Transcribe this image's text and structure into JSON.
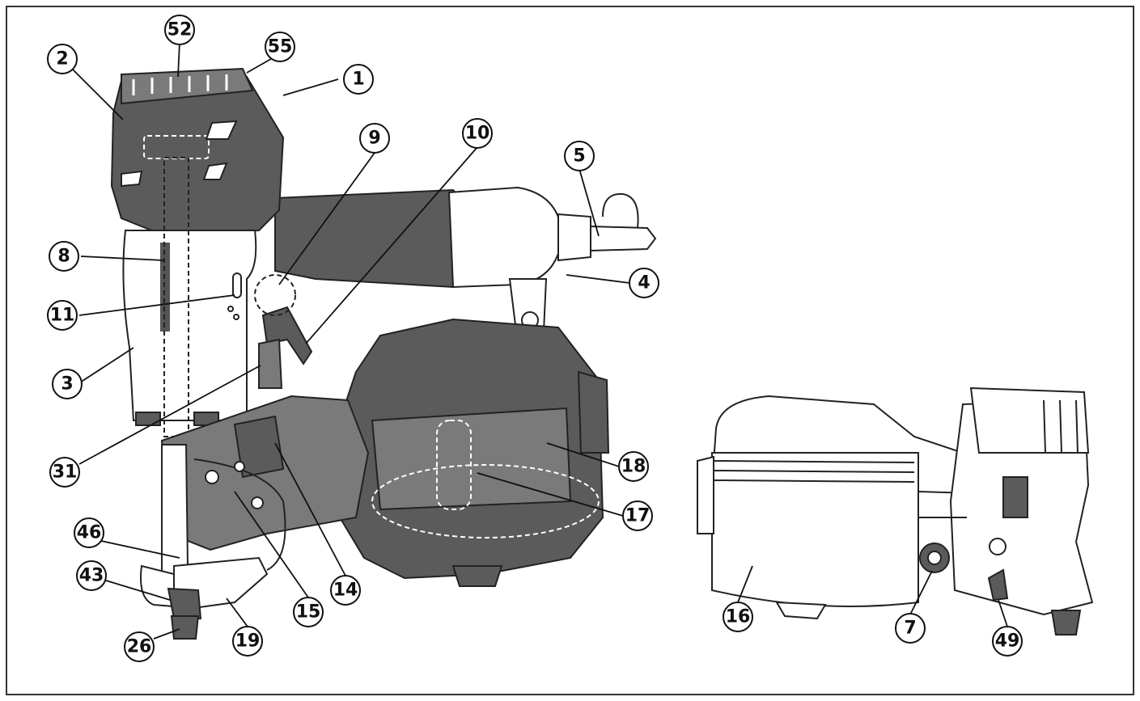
{
  "callouts": [
    {
      "id": "c1",
      "label": "1"
    },
    {
      "id": "c2",
      "label": "2"
    },
    {
      "id": "c3",
      "label": "3"
    },
    {
      "id": "c4",
      "label": "4"
    },
    {
      "id": "c5",
      "label": "5"
    },
    {
      "id": "c7",
      "label": "7"
    },
    {
      "id": "c8",
      "label": "8"
    },
    {
      "id": "c9",
      "label": "9"
    },
    {
      "id": "c10",
      "label": "10"
    },
    {
      "id": "c11",
      "label": "11"
    },
    {
      "id": "c14",
      "label": "14"
    },
    {
      "id": "c15",
      "label": "15"
    },
    {
      "id": "c16",
      "label": "16"
    },
    {
      "id": "c17",
      "label": "17"
    },
    {
      "id": "c18",
      "label": "18"
    },
    {
      "id": "c19",
      "label": "19"
    },
    {
      "id": "c26",
      "label": "26"
    },
    {
      "id": "c31",
      "label": "31"
    },
    {
      "id": "c43",
      "label": "43"
    },
    {
      "id": "c46",
      "label": "46"
    },
    {
      "id": "c49",
      "label": "49"
    },
    {
      "id": "c52",
      "label": "52"
    },
    {
      "id": "c55",
      "label": "55"
    }
  ]
}
